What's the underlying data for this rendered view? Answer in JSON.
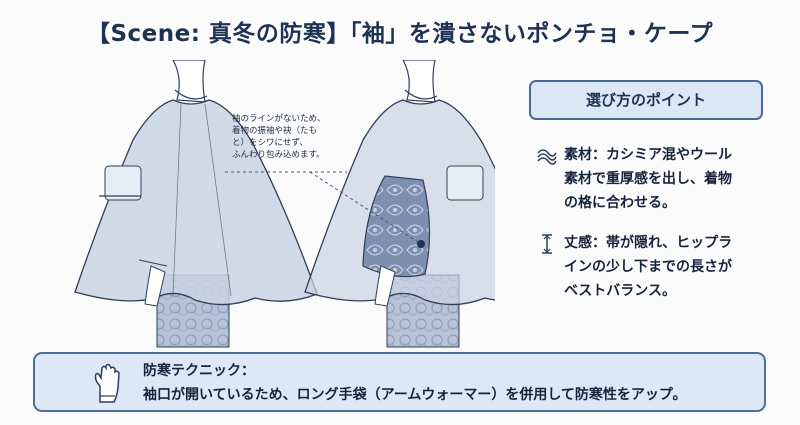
{
  "title": "【Scene: 真冬の防寒】「袖」を潰さないポンチョ・ケープ",
  "callout": {
    "lines": [
      "袖のラインがないため、",
      "着物の振袖や袂（たも",
      "と）をシワにせず、",
      "ふんわり包み込めます。"
    ]
  },
  "points": {
    "header": "選び方のポイント",
    "items": [
      {
        "icon": "fabric-icon",
        "lines": [
          "素材：カシミア混やウール",
          "素材で重厚感を出し、着物",
          "の格に合わせる。"
        ]
      },
      {
        "icon": "length-icon",
        "lines": [
          "丈感：帯が隠れ、ヒップラ",
          "インの少し下までの長さが",
          "ベストバランス。"
        ]
      }
    ]
  },
  "technique": {
    "icon": "glove-icon",
    "title": "防寒テクニック：",
    "text": "袖口が開いているため、ロング手袋（アームウォーマー）を併用して防寒性をアップ。"
  },
  "colors": {
    "accent": "#4b6a97",
    "panel": "#dce7f5",
    "title": "#1e3354",
    "cape": "#c9d3e3",
    "line": "#2f3f5a"
  }
}
